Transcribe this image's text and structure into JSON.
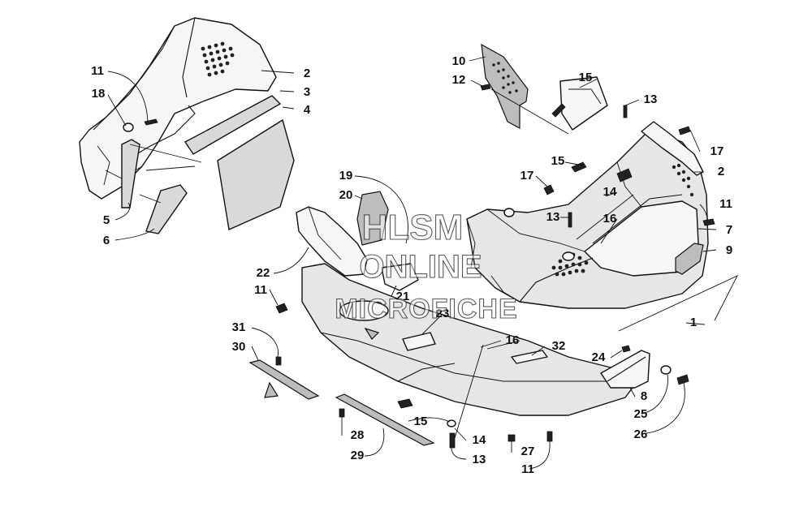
{
  "watermark": {
    "line1": "HLSM",
    "line2": "ONLINE",
    "line3": "MICROFICHE"
  },
  "callouts": {
    "c_2a": "2",
    "c_3": "3",
    "c_4": "4",
    "c_11a": "11",
    "c_18": "18",
    "c_5": "5",
    "c_6": "6",
    "c_10": "10",
    "c_12": "12",
    "c_15a": "15",
    "c_13a": "13",
    "c_17a": "17",
    "c_2b": "2",
    "c_15b": "15",
    "c_17b": "17",
    "c_14a": "14",
    "c_11b": "11",
    "c_13b": "13",
    "c_16a": "16",
    "c_7": "7",
    "c_9": "9",
    "c_19": "19",
    "c_20": "20",
    "c_22": "22",
    "c_11c": "11",
    "c_21": "21",
    "c_23": "23",
    "c_1": "1",
    "c_31": "31",
    "c_30": "30",
    "c_16b": "16",
    "c_32": "32",
    "c_24": "24",
    "c_8": "8",
    "c_25": "25",
    "c_26": "26",
    "c_15c": "15",
    "c_14b": "14",
    "c_13c": "13",
    "c_28": "28",
    "c_29": "29",
    "c_27": "27",
    "c_11d": "11"
  }
}
